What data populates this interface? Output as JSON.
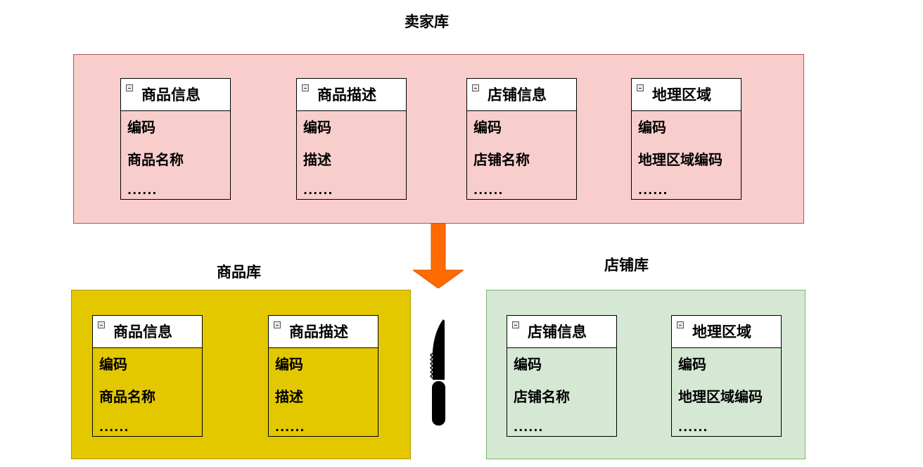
{
  "diagram": {
    "top": {
      "title": "卖家库",
      "colors": {
        "fill": "#f8cecc",
        "stroke": "#b85450"
      },
      "tables": [
        {
          "name": "商品信息",
          "fields": [
            "编码",
            "商品名称",
            "......"
          ]
        },
        {
          "name": "商品描述",
          "fields": [
            "编码",
            "描述",
            "......"
          ]
        },
        {
          "name": "店铺信息",
          "fields": [
            "编码",
            "店铺名称",
            "......"
          ]
        },
        {
          "name": "地理区域",
          "fields": [
            "编码",
            "地理区域编码",
            "......"
          ]
        }
      ]
    },
    "bottom_left": {
      "title": "商品库",
      "colors": {
        "fill": "#e3c800",
        "stroke": "#b09500"
      },
      "tables": [
        {
          "name": "商品信息",
          "fields": [
            "编码",
            "商品名称",
            "......"
          ]
        },
        {
          "name": "商品描述",
          "fields": [
            "编码",
            "描述",
            "......"
          ]
        }
      ]
    },
    "bottom_right": {
      "title": "店铺库",
      "colors": {
        "fill": "#d5e8d4",
        "stroke": "#82b366"
      },
      "tables": [
        {
          "name": "店铺信息",
          "fields": [
            "编码",
            "店铺名称",
            "......"
          ]
        },
        {
          "name": "地理区域",
          "fields": [
            "编码",
            "地理区域编码",
            "......"
          ]
        }
      ]
    },
    "arrow": {
      "icon": "down-arrow-icon",
      "color": "#ff6a00"
    },
    "split_symbol": {
      "icon": "knife-icon",
      "color": "#000000"
    }
  }
}
